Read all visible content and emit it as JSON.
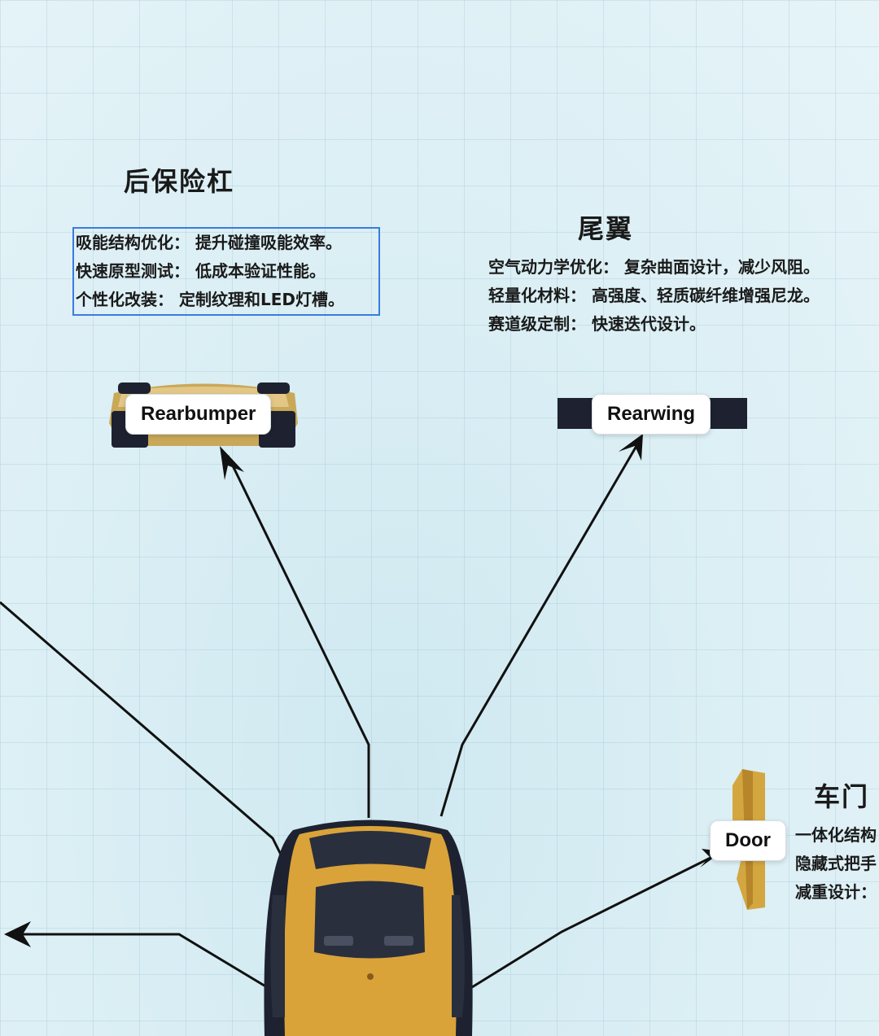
{
  "sections": {
    "rear_bumper": {
      "title": "后保险杠",
      "lines": [
        "吸能结构优化： 提升碰撞吸能效率。",
        "快速原型测试： 低成本验证性能。",
        "个性化改装： 定制纹理和LED灯槽。"
      ],
      "label": "Rearbumper"
    },
    "rear_wing": {
      "title": "尾翼",
      "lines": [
        "空气动力学优化： 复杂曲面设计，减少风阻。",
        "轻量化材料： 高强度、轻质碳纤维增强尼龙。",
        "赛道级定制： 快速迭代设计。"
      ],
      "label": "Rearwing"
    },
    "door": {
      "title": "车门",
      "lines": [
        "一体化结构",
        "隐藏式把手",
        "减重设计："
      ],
      "label": "Door"
    }
  },
  "colors": {
    "car_body": "#d9a33a",
    "car_dark": "#1e2230",
    "selection": "#3a7be0",
    "arrow": "#111111"
  },
  "icons": [
    "arrow-head-icon",
    "car-top-view-icon",
    "rear-bumper-part-icon",
    "rear-wing-part-icon",
    "door-part-icon"
  ]
}
